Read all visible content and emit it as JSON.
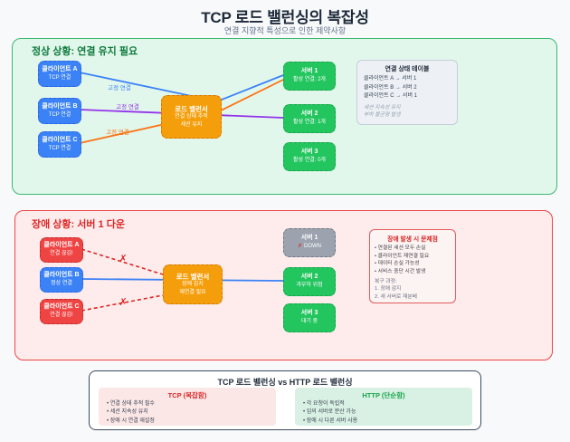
{
  "page": {
    "title": "TCP 로드 밸런싱의 복잡성",
    "subtitle": "연결 지향적 특성으로 인한 제약사항"
  },
  "colors": {
    "client_blue": "#3b82f6",
    "server_green": "#22c55e",
    "load_balancer_orange": "#f59e0b",
    "error_red": "#ef4444",
    "down_gray": "#9ca3af",
    "line_blue": "#3b82f6",
    "line_purple": "#9333ea",
    "line_orange": "#f97316",
    "panel_normal_border": "#3cb871",
    "panel_failure_border": "#ef4444"
  },
  "normal_panel": {
    "header": "정상 상황: 연결 유지 필요",
    "clients": [
      {
        "name": "클라이언트 A",
        "sub": "TCP 연결"
      },
      {
        "name": "클라이언트 B",
        "sub": "TCP 연결"
      },
      {
        "name": "클라이언트 C",
        "sub": "TCP 연결"
      }
    ],
    "load_balancer": {
      "name": "로드 밸런서",
      "line1": "연결 상태 추적",
      "line2": "세션 유지"
    },
    "servers": [
      {
        "name": "서버 1",
        "sub": "활성 연결: 2개"
      },
      {
        "name": "서버 2",
        "sub": "활성 연결: 1개"
      },
      {
        "name": "서버 3",
        "sub": "활성 연결: 0개"
      }
    ],
    "edge_labels": [
      "고정 연결",
      "고정 연결",
      "고정 연결"
    ],
    "state_table": {
      "title": "연결 상태 테이블",
      "rows": [
        "클라이언트 A → 서버 1",
        "클라이언트 B → 서버 2",
        "클라이언트 C → 서버 1"
      ],
      "notes": [
        "세션 지속성 유지",
        "부하 불균형 발생"
      ]
    }
  },
  "failure_panel": {
    "header": "장애 상황: 서버 1 다운",
    "clients": [
      {
        "name": "클라이언트 A",
        "sub": "연결 끊김!"
      },
      {
        "name": "클라이언트 B",
        "sub": "정상 연결"
      },
      {
        "name": "클라이언트 C",
        "sub": "연결 끊김!"
      }
    ],
    "load_balancer": {
      "name": "로드 밸런서",
      "line1": "장애 감지",
      "line2": "재연결 필요"
    },
    "servers": [
      {
        "name": "서버 1",
        "sub": "DOWN"
      },
      {
        "name": "서버 2",
        "sub": "과부하 위험"
      },
      {
        "name": "서버 3",
        "sub": "대기 중"
      }
    ],
    "x_mark": "✗",
    "problem_box": {
      "title": "장애 발생 시 문제점",
      "bullets": [
        "연결된 세션 모두 손실",
        "클라이언트 재연결 필요",
        "데이터 손실 가능성",
        "서비스 중단 시간 발생"
      ],
      "recovery_title": "복구 과정:",
      "recovery_steps": [
        "1. 장애 감지",
        "2. 새 서버로 재분배"
      ]
    }
  },
  "comparison": {
    "title": "TCP 로드 밸런싱 vs HTTP 로드 밸런싱",
    "tcp": {
      "title": "TCP (복잡함)",
      "bullets": [
        "연결 상태 추적 필수",
        "세션 지속성 유지",
        "장애 시 연결 재설정"
      ]
    },
    "http": {
      "title": "HTTP (단순함)",
      "bullets": [
        "각 요청이 독립적",
        "임의 서버로 분산 가능",
        "장애 시 다른 서버 사용"
      ]
    }
  }
}
